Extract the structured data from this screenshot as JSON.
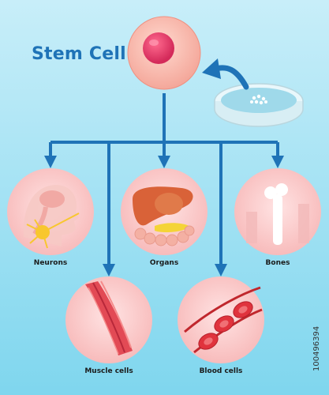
{
  "title": "Stem Cell",
  "labels": {
    "neurons": "Neurons",
    "organs": "Organs",
    "bones": "Bones",
    "muscle_cells": "Muscle cells",
    "blood_cells": "Blood cells"
  },
  "side_text": "100496394",
  "colors": {
    "background_top": "#bfeaf7",
    "background_bottom": "#7fd7ef",
    "arrow_blue": "#1f73b7",
    "cell_pink": "#f8c6c6",
    "nucleus": "#e23a6a"
  }
}
